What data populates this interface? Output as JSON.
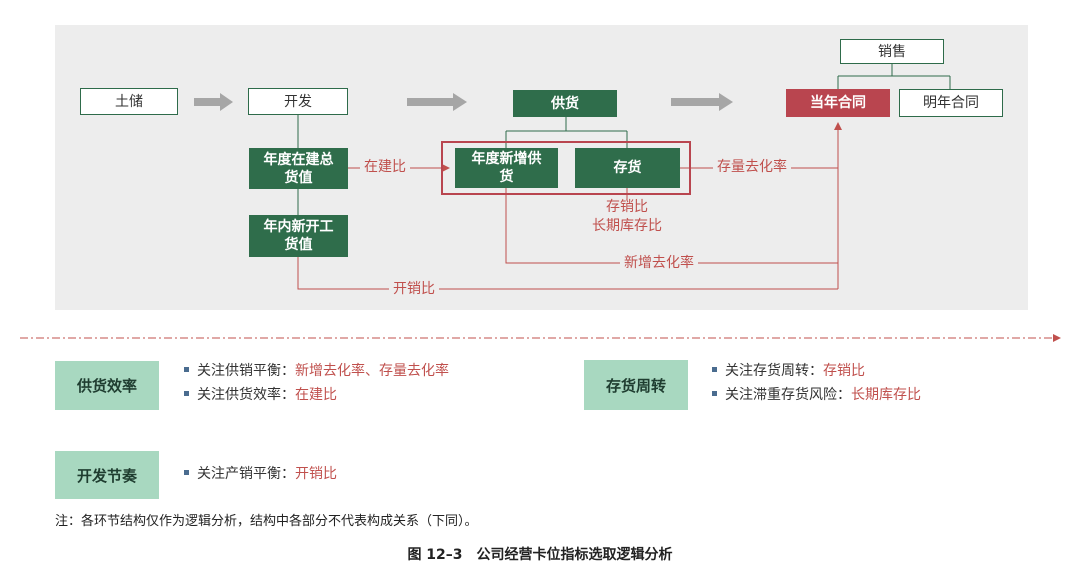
{
  "diagram": {
    "nodes": {
      "land_reserve": "土储",
      "development": "开发",
      "supply": "供货",
      "sales": "销售",
      "current_contract": "当年合同",
      "next_contract": "明年合同",
      "annual_construction_value": "年度在建总货值",
      "new_start_value": "年内新开工货值",
      "annual_new_supply": "年度新增供货",
      "inventory": "存货"
    },
    "edge_labels": {
      "construction_ratio": "在建比",
      "stock_clearance_rate": "存量去化率",
      "inventory_sales_ratio": "存销比",
      "long_term_inventory_ratio": "长期库存比",
      "new_supply_clearance_rate": "新增去化率",
      "start_sales_ratio": "开销比"
    },
    "colors": {
      "panel_bg": "#ededed",
      "node_green": "#2f6d4b",
      "node_red": "#b9454f",
      "highlight_text": "#c0504d",
      "arrow_gray": "#a6a6a6",
      "tag_bg": "#a8d8c0"
    }
  },
  "legend": {
    "supply_efficiency": {
      "tag": "供货效率",
      "items": [
        {
          "prefix": "关注供销平衡：",
          "highlight": "新增去化率、存量去化率"
        },
        {
          "prefix": "关注供货效率：",
          "highlight": "在建比"
        }
      ]
    },
    "inventory_turnover": {
      "tag": "存货周转",
      "items": [
        {
          "prefix": "关注存货周转：",
          "highlight": "存销比"
        },
        {
          "prefix": "关注滞重存货风险：",
          "highlight": "长期库存比"
        }
      ]
    },
    "development_pace": {
      "tag": "开发节奏",
      "items": [
        {
          "prefix": "关注产销平衡：",
          "highlight": "开销比"
        }
      ]
    }
  },
  "note": "注：各环节结构仅作为逻辑分析，结构中各部分不代表构成关系（下同）。",
  "caption": "图 12–3　公司经营卡位指标选取逻辑分析"
}
